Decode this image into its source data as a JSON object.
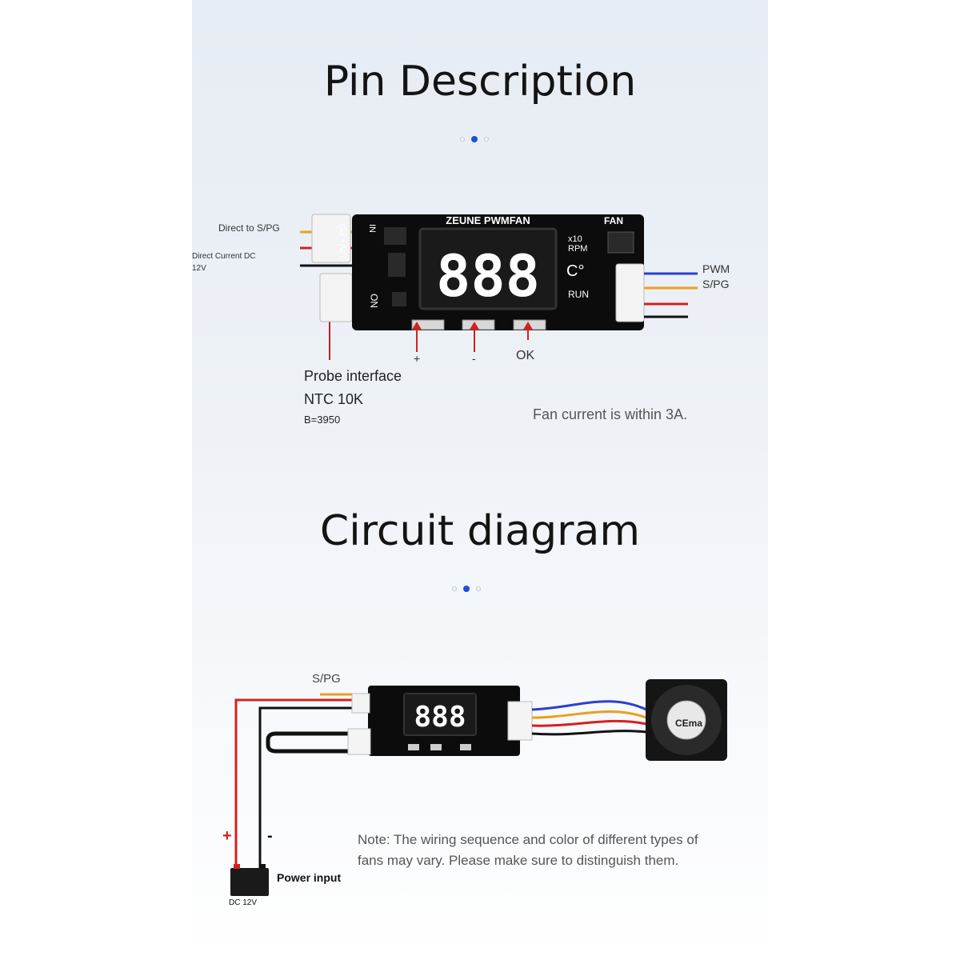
{
  "pin_section": {
    "title": "Pin Description",
    "board_name": "ZEUNE PWMFAN",
    "display_digits": "888",
    "board_marks": {
      "in": "IN",
      "fan": "FAN",
      "x10": "x10",
      "rpm": "RPM",
      "celsius": "C°",
      "run": "RUN",
      "power_pins": "-12V+ PG",
      "ntc": "NO"
    },
    "left_labels": {
      "direct_spg": "Direct to S/PG",
      "direct_current": "Direct Current DC",
      "voltage": "12V"
    },
    "right_labels": {
      "pwm": "PWM",
      "spg": "S/PG"
    },
    "buttons": {
      "plus": "+",
      "minus": "-",
      "ok": "OK"
    },
    "probe": {
      "line1": "Probe interface",
      "line2": "NTC 10K",
      "line3": "B=3950"
    },
    "fan_current_note": "Fan current is within 3A."
  },
  "circuit_section": {
    "title": "Circuit diagram",
    "spg_label": "S/PG",
    "display_digits": "888",
    "plus_sign": "+",
    "minus_sign": "-",
    "power_input": "Power input",
    "dc_label": "DC 12V",
    "fan_brand": "CEma",
    "note_line1": "Note: The wiring sequence and color of different types of",
    "note_line2": "fans may vary. Please make sure to distinguish them."
  },
  "pager": {
    "count": 3,
    "active_index": 1
  },
  "colors": {
    "accent": "#1d4fd8",
    "wire_red": "#d42020",
    "wire_black": "#111111",
    "wire_yellow": "#e8a020",
    "wire_blue": "#2a3fcf",
    "board": "#0c0c0c"
  }
}
